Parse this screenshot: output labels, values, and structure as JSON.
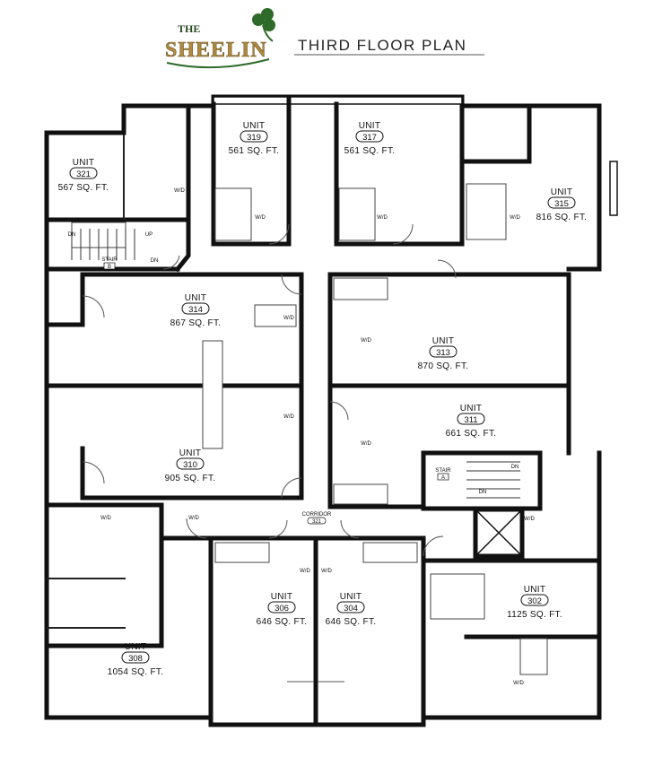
{
  "logo": {
    "the": "THE",
    "name": "SHEELIN"
  },
  "title": "THIRD FLOOR PLAN",
  "corridor": {
    "label": "CORRIDOR",
    "number": "321"
  },
  "stairs": [
    {
      "label": "STAIR",
      "id": "B"
    },
    {
      "label": "STAIR",
      "id": "A"
    }
  ],
  "fixture_labels": {
    "washer_dryer": "W/D",
    "down": "DN",
    "up": "UP"
  },
  "units": [
    {
      "word": "UNIT",
      "number": "321",
      "area": "567 SQ. FT."
    },
    {
      "word": "UNIT",
      "number": "319",
      "area": "561 SQ. FT."
    },
    {
      "word": "UNIT",
      "number": "317",
      "area": "561 SQ. FT."
    },
    {
      "word": "UNIT",
      "number": "315",
      "area": "816 SQ. FT."
    },
    {
      "word": "UNIT",
      "number": "314",
      "area": "867 SQ. FT."
    },
    {
      "word": "UNIT",
      "number": "313",
      "area": "870 SQ. FT."
    },
    {
      "word": "UNIT",
      "number": "311",
      "area": "661 SQ. FT."
    },
    {
      "word": "UNIT",
      "number": "310",
      "area": "905 SQ. FT."
    },
    {
      "word": "UNIT",
      "number": "308",
      "area": "1054 SQ. FT."
    },
    {
      "word": "UNIT",
      "number": "306",
      "area": "646 SQ. FT."
    },
    {
      "word": "UNIT",
      "number": "304",
      "area": "646 SQ. FT."
    },
    {
      "word": "UNIT",
      "number": "302",
      "area": "1125 SQ. FT."
    }
  ],
  "colors": {
    "wall": "#111111",
    "logo_gold": "#b08a3e",
    "logo_green": "#2e6b2a"
  }
}
